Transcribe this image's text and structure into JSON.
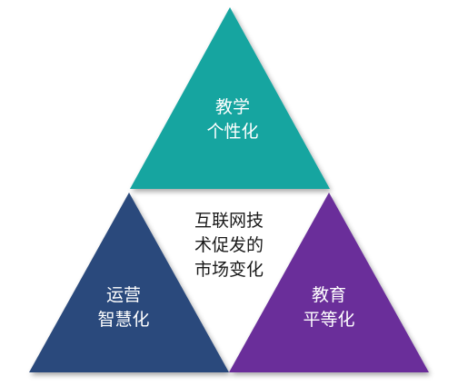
{
  "diagram": {
    "top": {
      "line1": "教学",
      "line2": "个性化",
      "color": "#16a5a0"
    },
    "left": {
      "line1": "运营",
      "line2": "智慧化",
      "color": "#2c4a7c"
    },
    "right": {
      "line1": "教育",
      "line2": "平等化",
      "color": "#6a2f9a"
    },
    "center": {
      "line1": "互联网技",
      "line2": "术促发的",
      "line3": "市场变化"
    }
  }
}
